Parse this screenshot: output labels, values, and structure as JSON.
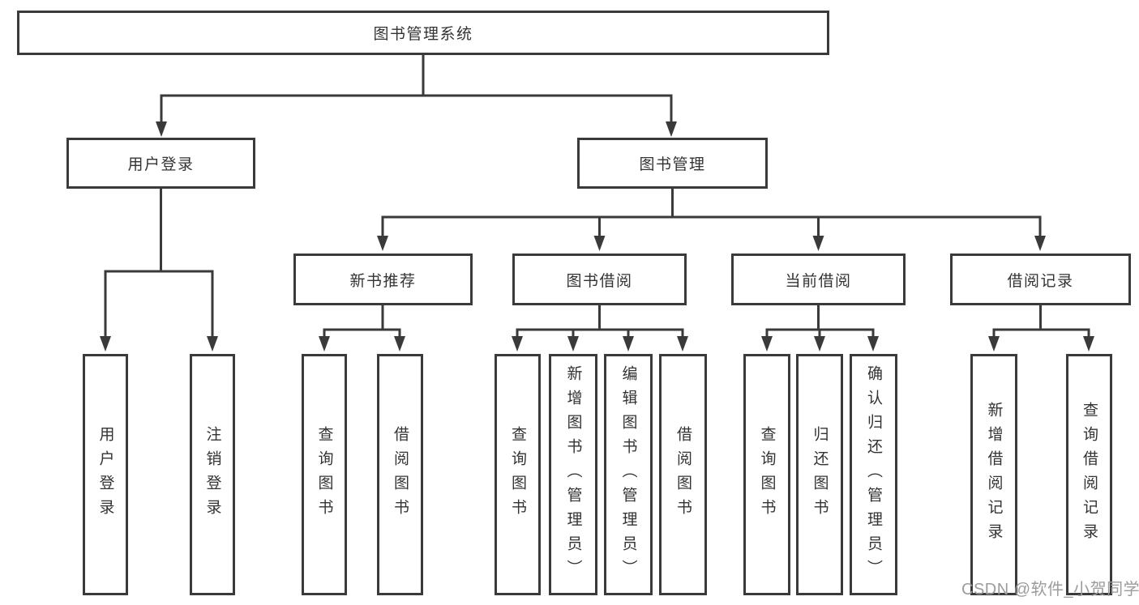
{
  "diagram": {
    "nodes": {
      "root": "图书管理系统",
      "userLogin": "用户登录",
      "bookMgmt": "图书管理",
      "newBookRec": "新书推荐",
      "bookBorrow": "图书借阅",
      "currentBorrow": "当前借阅",
      "borrowRecords": "借阅记录",
      "leafUserLogin": "用户登录",
      "leafLogout": "注销登录",
      "leafNbrQuery": "查询图书",
      "leafNbrBorrow": "借阅图书",
      "leafBbQuery": "查询图书",
      "leafBbAdd": "新增图书（管理员）",
      "leafBbEdit": "编辑图书（管理员）",
      "leafBbBorrow": "借阅图书",
      "leafCbQuery": "查询图书",
      "leafCbReturn": "归还图书",
      "leafCbConfirm": "确认归还（管理员）",
      "leafBrAdd": "新增借阅记录",
      "leafBrQuery": "查询借阅记录"
    },
    "watermark": "CSDN @软件_小贺同学",
    "colors": {
      "line": "#3a3a3a",
      "text": "#333333",
      "watermark": "#9c9c9c",
      "background": "#ffffff"
    }
  }
}
